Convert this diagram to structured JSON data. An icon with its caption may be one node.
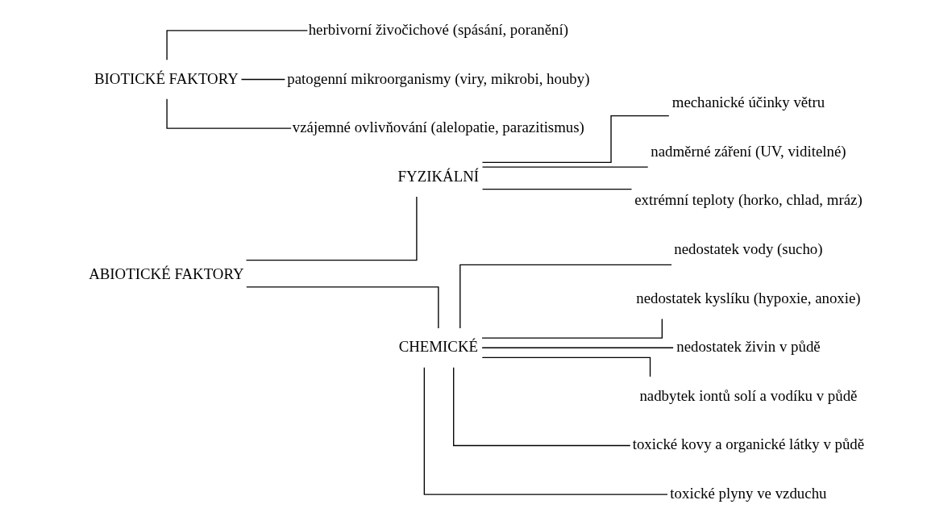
{
  "diagram": {
    "nodes": [
      {
        "text": [
          "ABIOTICKÉ FAKTORY"
        ]
      },
      {
        "text": [
          "FYZIKÁLNÍ"
        ]
      },
      {
        "text": [
          "mechanické účinky větru"
        ]
      },
      {
        "text": [
          "nadměrné záření (UV, viditelné)"
        ]
      },
      {
        "text": [
          "extrémní teploty (horko, chlad, mráz)"
        ]
      },
      {
        "text": [
          "CHEMICKÉ"
        ]
      },
      {
        "text": [
          "nedostatek vody (sucho)"
        ]
      },
      {
        "text": [
          "nedostatek kyslíku (hypoxie, anoxie)"
        ]
      },
      {
        "text": [
          "nedostatek živin v půdě"
        ]
      },
      {
        "text": [
          "nadbytek iontů solí a vodíku v půdě"
        ]
      },
      {
        "text": [
          "toxické kovy a organické látky v půdě"
        ]
      },
      {
        "text": [
          "toxické plyny ve vzduchu"
        ]
      },
      {
        "text": [
          "BIOTICKÉ FAKTORY"
        ]
      },
      {
        "text": [
          "herbivorní živočichové (spásání, poranění)"
        ]
      },
      {
        "text": [
          "patogenní mikroorganismy (viry, mikrobi, houby)"
        ]
      },
      {
        "text": [
          "vzájemné ovlivňování (alelopatie, parazitismus)"
        ]
      }
    ],
    "edges": [
      {
        "from": 0,
        "to": 1,
        "arrow": "none"
      },
      {
        "from": 0,
        "to": 5,
        "arrow": "none"
      },
      {
        "from": 1,
        "to": 2,
        "arrow": "none"
      },
      {
        "from": 1,
        "to": 3,
        "arrow": "none"
      },
      {
        "from": 1,
        "to": 4,
        "arrow": "none"
      },
      {
        "from": 5,
        "to": 6,
        "arrow": "none"
      },
      {
        "from": 5,
        "to": 7,
        "arrow": "none"
      },
      {
        "from": 5,
        "to": 8,
        "arrow": "none"
      },
      {
        "from": 5,
        "to": 9,
        "arrow": "none"
      },
      {
        "from": 5,
        "to": 10,
        "arrow": "none"
      },
      {
        "from": 5,
        "to": 11,
        "arrow": "none"
      },
      {
        "from": 12,
        "to": 13,
        "arrow": "none"
      },
      {
        "from": 12,
        "to": 14,
        "arrow": "none"
      },
      {
        "from": 12,
        "to": 15,
        "arrow": "none"
      }
    ]
  }
}
